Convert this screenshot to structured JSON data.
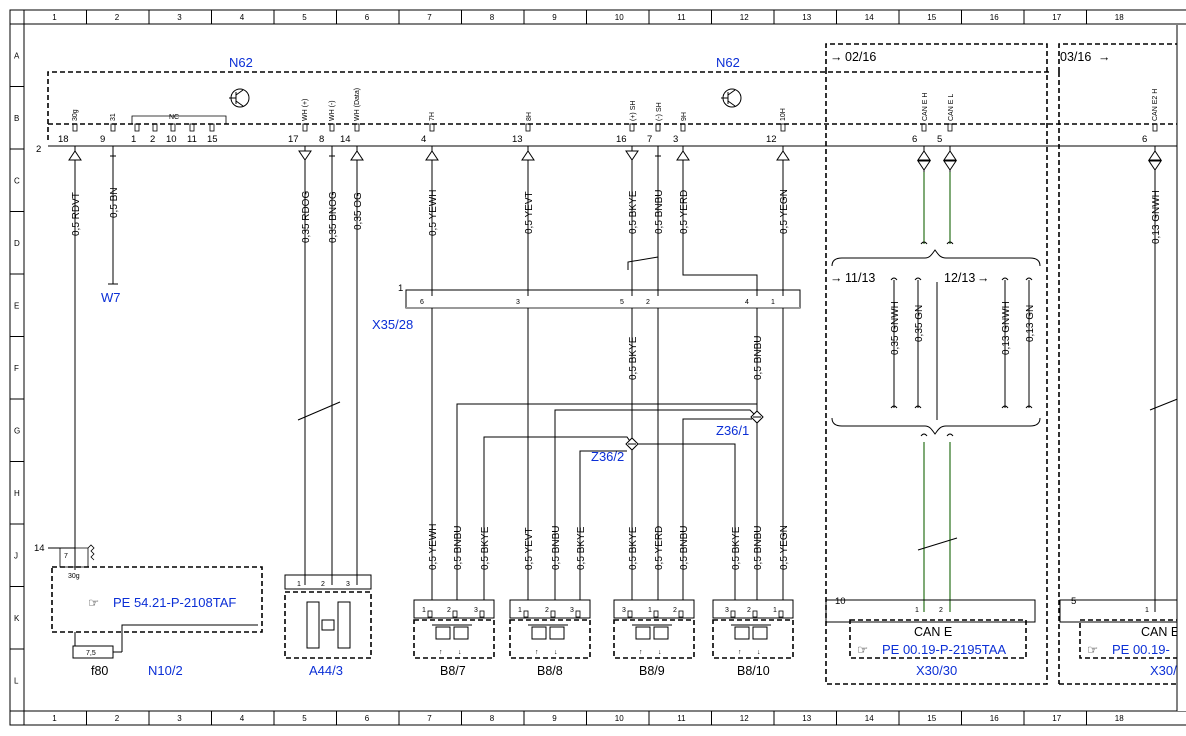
{
  "grid": {
    "columns": [
      "1",
      "2",
      "3",
      "4",
      "5",
      "6",
      "7",
      "8",
      "9",
      "10",
      "11",
      "12",
      "13",
      "14",
      "15",
      "16",
      "17",
      "18"
    ],
    "rows": [
      "A",
      "B",
      "C",
      "D",
      "E",
      "F",
      "G",
      "H",
      "J",
      "K",
      "L"
    ]
  },
  "components": {
    "n62_left": "N62",
    "n62_right": "N62",
    "x35_28": "X35/28",
    "z36_1": "Z36/1",
    "z36_2": "Z36/2",
    "w7": "W7",
    "n10_2": "N10/2",
    "a44_3": "A44/3",
    "b8_7": "B8/7",
    "b8_8": "B8/8",
    "b8_9": "B8/9",
    "b8_10": "B8/10",
    "x30_30": "X30/30",
    "x30_cut": "X30/",
    "f80": "f80"
  },
  "refs": {
    "pe_n10": "PE 54.21-P-2108TAF",
    "pe_x30": "PE 00.19-P-2195TAA",
    "pe_x30_cut": "PE 00.19-",
    "can_e": "CAN E",
    "can_e_cut": "CAN E",
    "page_02_16": "02/16",
    "page_03_16": "03/16",
    "page_11_13": "11/13",
    "page_12_13": "12/13",
    "fuse_val": "7,5"
  },
  "pin_labels": {
    "p30g": "30g",
    "p31": "31",
    "nc": "NC",
    "wh_plus": "WH (+)",
    "wh_minus": "WH (-)",
    "wh_data": "WH (Data)",
    "p7h": "7H",
    "p8h": "8H",
    "sh_plus": "(+) SH",
    "sh_minus": "(-) SH",
    "p9h": "9H",
    "p10h": "10H",
    "can_eh": "CAN E H",
    "can_el": "CAN E L",
    "can_e2h": "CAN E2 H"
  },
  "pin_numbers": {
    "n18": "18",
    "n9": "9",
    "n1": "1",
    "n2": "2",
    "n10": "10",
    "n11": "11",
    "n15": "15",
    "n17": "17",
    "n8": "8",
    "n14": "14",
    "n4": "4",
    "n13": "13",
    "n16": "16",
    "n7": "7",
    "n3": "3",
    "n12": "12",
    "n6": "6",
    "n5": "5",
    "n6b": "6",
    "bus_2": "2",
    "x35_1": "1",
    "x35_6": "6",
    "x35_3": "3",
    "x35_5": "5",
    "x35_2": "2",
    "x35_4": "4",
    "x35_1b": "1",
    "n10_14": "14",
    "n10_7": "7",
    "n10_30g": "30g",
    "a44_1": "1",
    "a44_2": "2",
    "a44_3": "3",
    "b87_1": "1",
    "b87_2": "2",
    "b87_3": "3",
    "b88_1": "1",
    "b88_2": "2",
    "b88_3": "3",
    "b89_3": "3",
    "b89_1": "1",
    "b89_2": "2",
    "b810_3": "3",
    "b810_2": "2",
    "b810_1": "1",
    "x30_10": "10",
    "x30_1": "1",
    "x30_2": "2",
    "x30c_5": "5",
    "x30c_1": "1"
  },
  "wires": {
    "rdvt": "0,5 RDVT",
    "bn": "0,5 BN",
    "rdog": "0,35 RDOG",
    "bnog": "0,35 BNOG",
    "og": "0,35 OG",
    "yewh": "0,5 YEWH",
    "yevt": "0,5 YEVT",
    "bkye": "0,5 BKYE",
    "bnbu": "0,5 BNBU",
    "yerd": "0,5 YERD",
    "yegn": "0,5 YEGN",
    "bkye_e": "0,5 BKYE",
    "bnbu_e": "0,5 BNBU",
    "gnwh_a": "0,35 GNWH",
    "gn_a": "0,35 GN",
    "gnwh_b": "0,13 GNWH",
    "gn_b": "0,13 GN",
    "gnwh_c": "0,13 GNWH",
    "b87_yewh": "0,5 YEWH",
    "b87_bnbu": "0,5 BNBU",
    "b87_bkye": "0,5 BKYE",
    "b88_yevt": "0,5 YEVT",
    "b88_bnbu": "0,5 BNBU",
    "b88_bkye": "0,5 BKYE",
    "b89_bkye": "0,5 BKYE",
    "b89_yerd": "0,5 YERD",
    "b89_bnbu": "0,5 BNBU",
    "b810_bkye": "0,5 BKYE",
    "b810_bnbu": "0,5 BNBU",
    "b810_yegn": "0,5 YEGN"
  }
}
